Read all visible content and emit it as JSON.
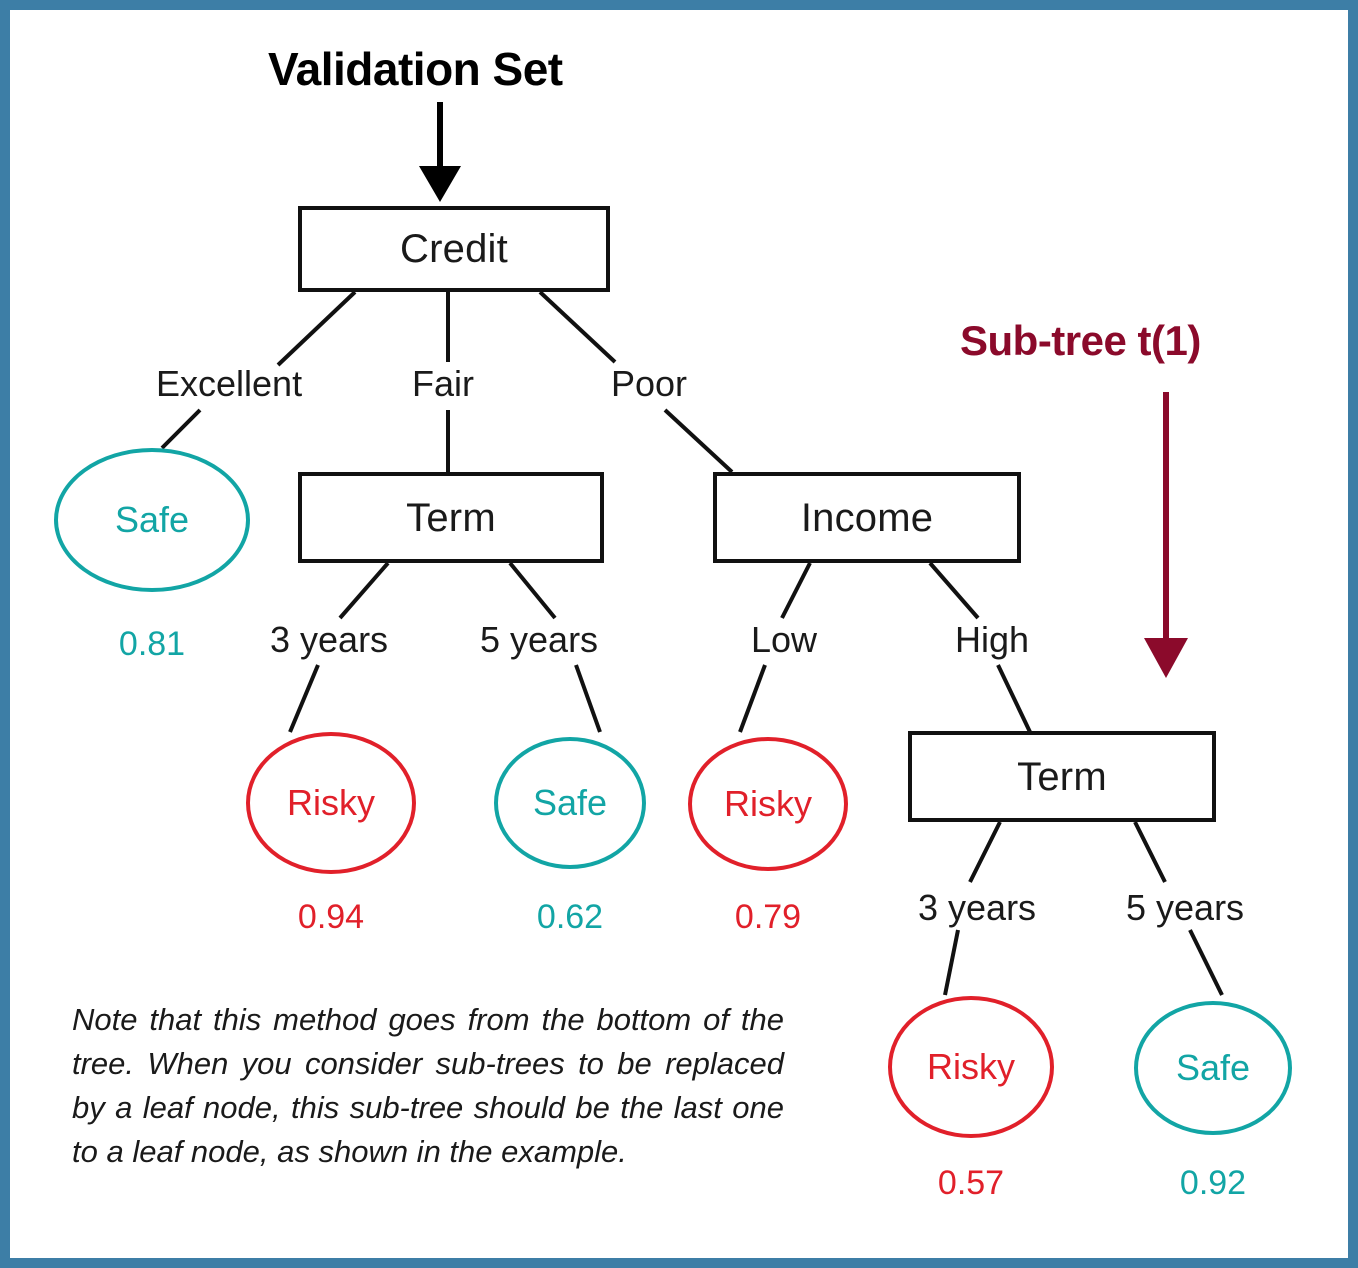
{
  "frame": {
    "border_color": "#3d7ea6"
  },
  "palette": {
    "safe": "#12a5a5",
    "risky": "#e1202a",
    "subtree_accent": "#8b0a2b",
    "node_outline": "#111111",
    "text": "#1a1a1a"
  },
  "callouts": {
    "validation_set": "Validation Set",
    "subtree": "Sub-tree t(1)"
  },
  "tree": {
    "root": {
      "label": "Credit"
    },
    "decision_nodes": [
      {
        "id": "credit",
        "label": "Credit"
      },
      {
        "id": "term-fair",
        "label": "Term"
      },
      {
        "id": "income",
        "label": "Income"
      },
      {
        "id": "term-high",
        "label": "Term"
      }
    ],
    "edge_labels": {
      "credit_excellent": "Excellent",
      "credit_fair": "Fair",
      "credit_poor": "Poor",
      "term_fair_3y": "3 years",
      "term_fair_5y": "5 years",
      "income_low": "Low",
      "income_high": "High",
      "term_high_3y": "3 years",
      "term_high_5y": "5 years"
    },
    "leaves": [
      {
        "id": "leaf-safe-excellent",
        "label": "Safe",
        "value": "0.81",
        "klass": "safe"
      },
      {
        "id": "leaf-risky-3y",
        "label": "Risky",
        "value": "0.94",
        "klass": "risky"
      },
      {
        "id": "leaf-safe-5y",
        "label": "Safe",
        "value": "0.62",
        "klass": "safe"
      },
      {
        "id": "leaf-risky-low",
        "label": "Risky",
        "value": "0.79",
        "klass": "risky"
      },
      {
        "id": "leaf-risky-3y-high",
        "label": "Risky",
        "value": "0.57",
        "klass": "risky"
      },
      {
        "id": "leaf-safe-5y-high",
        "label": "Safe",
        "value": "0.92",
        "klass": "safe"
      }
    ]
  },
  "note": "Note that this method goes from the bottom of the tree. When you consider sub-trees to be replaced by a leaf node, this sub-tree should be the last one to a leaf node, as shown in the example."
}
